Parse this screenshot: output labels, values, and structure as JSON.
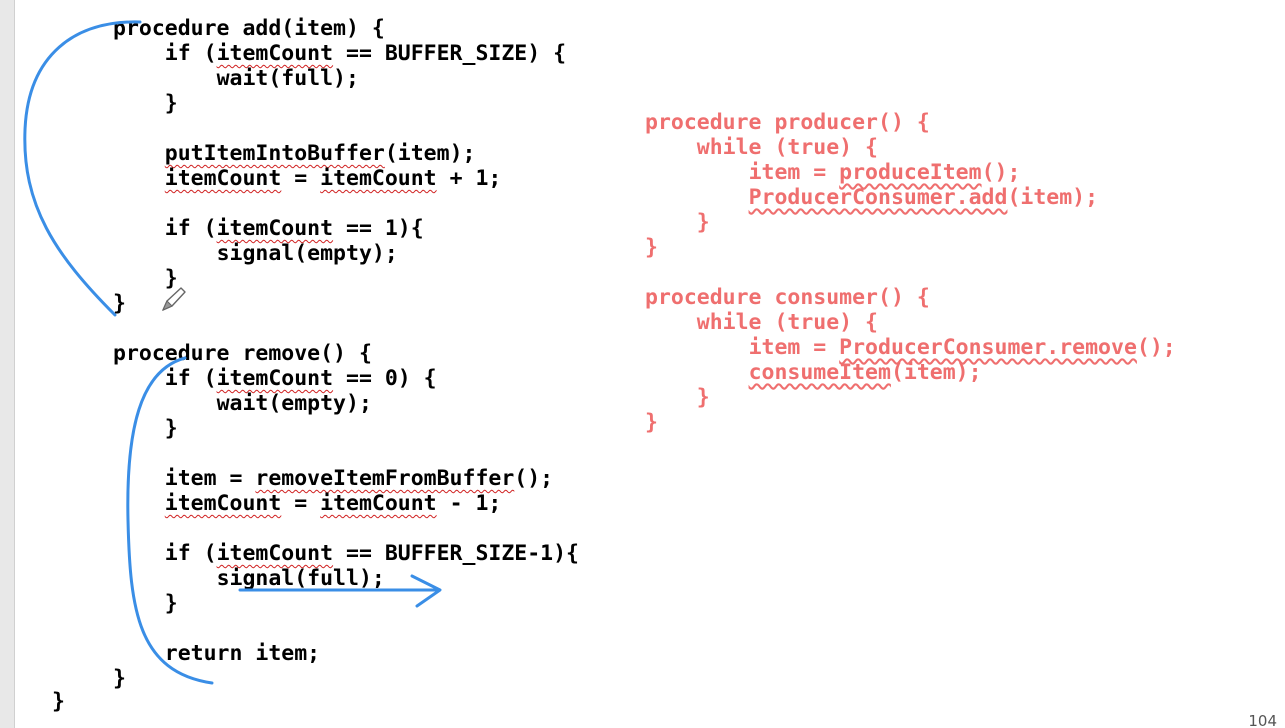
{
  "left_code": [
    {
      "indent": 0,
      "parts": [
        {
          "t": "procedure add(item) {"
        }
      ]
    },
    {
      "indent": 1,
      "parts": [
        {
          "t": "if ("
        },
        {
          "t": "itemCount",
          "sq": true
        },
        {
          "t": " == BUFFER_SIZE) {"
        }
      ]
    },
    {
      "indent": 2,
      "parts": [
        {
          "t": "wait(full);"
        }
      ]
    },
    {
      "indent": 1,
      "parts": [
        {
          "t": "}"
        }
      ]
    },
    {
      "indent": 0,
      "parts": [
        {
          "t": ""
        }
      ]
    },
    {
      "indent": 1,
      "parts": [
        {
          "t": "putItemIntoBuffer",
          "sq": true
        },
        {
          "t": "(item);"
        }
      ]
    },
    {
      "indent": 1,
      "parts": [
        {
          "t": "itemCount",
          "sq": true
        },
        {
          "t": " = "
        },
        {
          "t": "itemCount",
          "sq": true
        },
        {
          "t": " + 1;"
        }
      ]
    },
    {
      "indent": 0,
      "parts": [
        {
          "t": ""
        }
      ]
    },
    {
      "indent": 1,
      "parts": [
        {
          "t": "if ("
        },
        {
          "t": "itemCount",
          "sq": true
        },
        {
          "t": " == 1){"
        }
      ]
    },
    {
      "indent": 2,
      "parts": [
        {
          "t": "signal(empty);"
        }
      ]
    },
    {
      "indent": 1,
      "parts": [
        {
          "t": "}"
        }
      ]
    },
    {
      "indent": 0,
      "parts": [
        {
          "t": "}"
        }
      ]
    },
    {
      "indent": 0,
      "parts": [
        {
          "t": ""
        }
      ]
    },
    {
      "indent": 0,
      "parts": [
        {
          "t": "procedure remove() {"
        }
      ]
    },
    {
      "indent": 1,
      "parts": [
        {
          "t": "if ("
        },
        {
          "t": "itemCount",
          "sq": true
        },
        {
          "t": " == 0) {"
        }
      ]
    },
    {
      "indent": 2,
      "parts": [
        {
          "t": "wait(empty);"
        }
      ]
    },
    {
      "indent": 1,
      "parts": [
        {
          "t": "}"
        }
      ]
    },
    {
      "indent": 0,
      "parts": [
        {
          "t": ""
        }
      ]
    },
    {
      "indent": 1,
      "parts": [
        {
          "t": "item = "
        },
        {
          "t": "removeItemFromBuffer",
          "sq": true
        },
        {
          "t": "();"
        }
      ]
    },
    {
      "indent": 1,
      "parts": [
        {
          "t": "itemCount",
          "sq": true
        },
        {
          "t": " = "
        },
        {
          "t": "itemCount",
          "sq": true
        },
        {
          "t": " - 1;"
        }
      ]
    },
    {
      "indent": 0,
      "parts": [
        {
          "t": ""
        }
      ]
    },
    {
      "indent": 1,
      "parts": [
        {
          "t": "if ("
        },
        {
          "t": "itemCount",
          "sq": true
        },
        {
          "t": " == BUFFER_SIZE-1){"
        }
      ]
    },
    {
      "indent": 2,
      "parts": [
        {
          "t": "signal(full);"
        }
      ]
    },
    {
      "indent": 1,
      "parts": [
        {
          "t": "}"
        }
      ]
    },
    {
      "indent": 0,
      "parts": [
        {
          "t": ""
        }
      ]
    },
    {
      "indent": 1,
      "parts": [
        {
          "t": "return item;"
        }
      ]
    },
    {
      "indent": 0,
      "parts": [
        {
          "t": "}"
        }
      ]
    }
  ],
  "closing_brace": "}",
  "right_code": [
    {
      "indent": 0,
      "parts": [
        {
          "t": "procedure producer() {"
        }
      ]
    },
    {
      "indent": 1,
      "parts": [
        {
          "t": "while (true) {"
        }
      ]
    },
    {
      "indent": 2,
      "parts": [
        {
          "t": "item = "
        },
        {
          "t": "produceItem",
          "sq": true
        },
        {
          "t": "();"
        }
      ]
    },
    {
      "indent": 2,
      "parts": [
        {
          "t": "ProducerConsumer.add",
          "sq": true
        },
        {
          "t": "(item);"
        }
      ]
    },
    {
      "indent": 1,
      "parts": [
        {
          "t": "}"
        }
      ]
    },
    {
      "indent": 0,
      "parts": [
        {
          "t": "}"
        }
      ]
    },
    {
      "indent": 0,
      "parts": [
        {
          "t": ""
        }
      ]
    },
    {
      "indent": 0,
      "parts": [
        {
          "t": "procedure consumer() {"
        }
      ]
    },
    {
      "indent": 1,
      "parts": [
        {
          "t": "while (true) {"
        }
      ]
    },
    {
      "indent": 2,
      "parts": [
        {
          "t": "item = "
        },
        {
          "t": "ProducerConsumer.remove",
          "sq": true
        },
        {
          "t": "();"
        }
      ]
    },
    {
      "indent": 2,
      "parts": [
        {
          "t": "consumeItem",
          "sq": true
        },
        {
          "t": "(item);"
        }
      ]
    },
    {
      "indent": 1,
      "parts": [
        {
          "t": "}"
        }
      ]
    },
    {
      "indent": 0,
      "parts": [
        {
          "t": "}"
        }
      ]
    }
  ],
  "slide_number": "104",
  "colors": {
    "code_text": "#000000",
    "producer_consumer_text": "#ef6f6f",
    "annotation_ink": "#3a8ee6",
    "spellcheck_squiggle": "#d02020"
  },
  "icons": {
    "cursor": "pencil-icon"
  }
}
